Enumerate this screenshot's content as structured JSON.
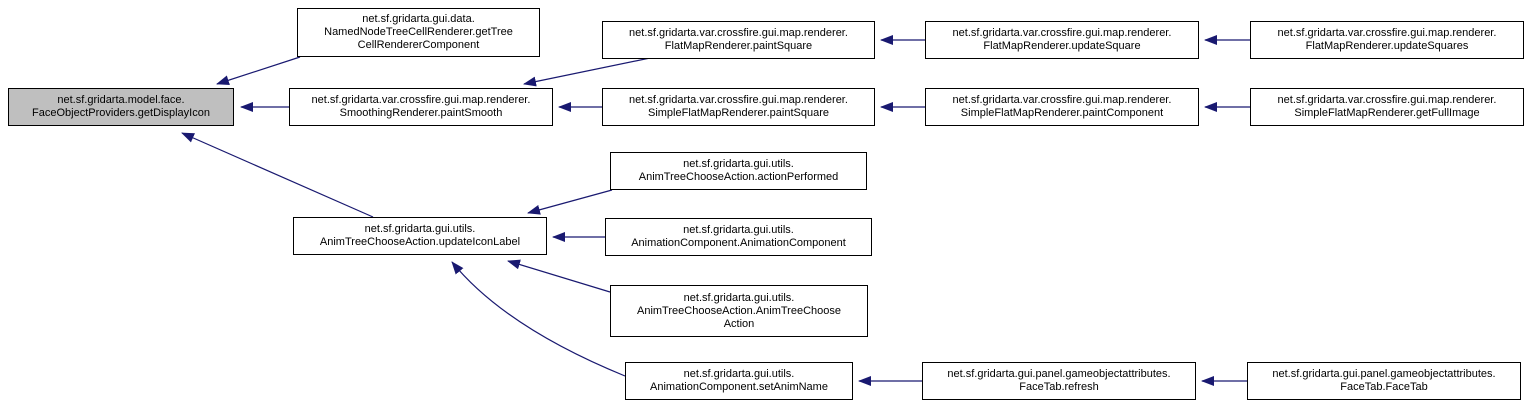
{
  "diagram": {
    "type": "call-graph",
    "edge_color": "#191970",
    "highlight_color": "#bfbfbf",
    "nodes": [
      {
        "id": "getDisplayIcon",
        "label": "net.sf.gridarta.model.face.\nFaceObjectProviders.getDisplayIcon",
        "highlighted": true
      },
      {
        "id": "getTreeCellRendererComponent",
        "label": "net.sf.gridarta.gui.data.\nNamedNodeTreeCellRenderer.getTree\nCellRendererComponent",
        "highlighted": false
      },
      {
        "id": "paintSmooth",
        "label": "net.sf.gridarta.var.crossfire.gui.map.renderer.\nSmoothingRenderer.paintSmooth",
        "highlighted": false
      },
      {
        "id": "FlatMapRenderer.paintSquare",
        "label": "net.sf.gridarta.var.crossfire.gui.map.renderer.\nFlatMapRenderer.paintSquare",
        "highlighted": false
      },
      {
        "id": "SimpleFlatMapRenderer.paintSquare",
        "label": "net.sf.gridarta.var.crossfire.gui.map.renderer.\nSimpleFlatMapRenderer.paintSquare",
        "highlighted": false
      },
      {
        "id": "FlatMapRenderer.updateSquare",
        "label": "net.sf.gridarta.var.crossfire.gui.map.renderer.\nFlatMapRenderer.updateSquare",
        "highlighted": false
      },
      {
        "id": "SimpleFlatMapRenderer.paintComponent",
        "label": "net.sf.gridarta.var.crossfire.gui.map.renderer.\nSimpleFlatMapRenderer.paintComponent",
        "highlighted": false
      },
      {
        "id": "FlatMapRenderer.updateSquares",
        "label": "net.sf.gridarta.var.crossfire.gui.map.renderer.\nFlatMapRenderer.updateSquares",
        "highlighted": false
      },
      {
        "id": "SimpleFlatMapRenderer.getFullImage",
        "label": "net.sf.gridarta.var.crossfire.gui.map.renderer.\nSimpleFlatMapRenderer.getFullImage",
        "highlighted": false
      },
      {
        "id": "updateIconLabel",
        "label": "net.sf.gridarta.gui.utils.\nAnimTreeChooseAction.updateIconLabel",
        "highlighted": false
      },
      {
        "id": "actionPerformed",
        "label": "net.sf.gridarta.gui.utils.\nAnimTreeChooseAction.actionPerformed",
        "highlighted": false
      },
      {
        "id": "AnimationComponent.AnimationComponent",
        "label": "net.sf.gridarta.gui.utils.\nAnimationComponent.AnimationComponent",
        "highlighted": false
      },
      {
        "id": "AnimTreeChooseAction.AnimTreeChooseAction",
        "label": "net.sf.gridarta.gui.utils.\nAnimTreeChooseAction.AnimTreeChoose\nAction",
        "highlighted": false
      },
      {
        "id": "setAnimName",
        "label": "net.sf.gridarta.gui.utils.\nAnimationComponent.setAnimName",
        "highlighted": false
      },
      {
        "id": "FaceTab.refresh",
        "label": "net.sf.gridarta.gui.panel.gameobjectattributes.\nFaceTab.refresh",
        "highlighted": false
      },
      {
        "id": "FaceTab.FaceTab",
        "label": "net.sf.gridarta.gui.panel.gameobjectattributes.\nFaceTab.FaceTab",
        "highlighted": false
      }
    ],
    "edges": [
      {
        "from": "getTreeCellRendererComponent",
        "to": "getDisplayIcon"
      },
      {
        "from": "paintSmooth",
        "to": "getDisplayIcon"
      },
      {
        "from": "updateIconLabel",
        "to": "getDisplayIcon"
      },
      {
        "from": "FlatMapRenderer.paintSquare",
        "to": "paintSmooth"
      },
      {
        "from": "SimpleFlatMapRenderer.paintSquare",
        "to": "paintSmooth"
      },
      {
        "from": "FlatMapRenderer.updateSquare",
        "to": "FlatMapRenderer.paintSquare"
      },
      {
        "from": "SimpleFlatMapRenderer.paintComponent",
        "to": "SimpleFlatMapRenderer.paintSquare"
      },
      {
        "from": "FlatMapRenderer.updateSquares",
        "to": "FlatMapRenderer.updateSquare"
      },
      {
        "from": "SimpleFlatMapRenderer.getFullImage",
        "to": "SimpleFlatMapRenderer.paintComponent"
      },
      {
        "from": "actionPerformed",
        "to": "updateIconLabel"
      },
      {
        "from": "AnimationComponent.AnimationComponent",
        "to": "updateIconLabel"
      },
      {
        "from": "AnimTreeChooseAction.AnimTreeChooseAction",
        "to": "updateIconLabel"
      },
      {
        "from": "setAnimName",
        "to": "updateIconLabel"
      },
      {
        "from": "FaceTab.refresh",
        "to": "setAnimName"
      },
      {
        "from": "FaceTab.FaceTab",
        "to": "FaceTab.refresh"
      }
    ]
  }
}
